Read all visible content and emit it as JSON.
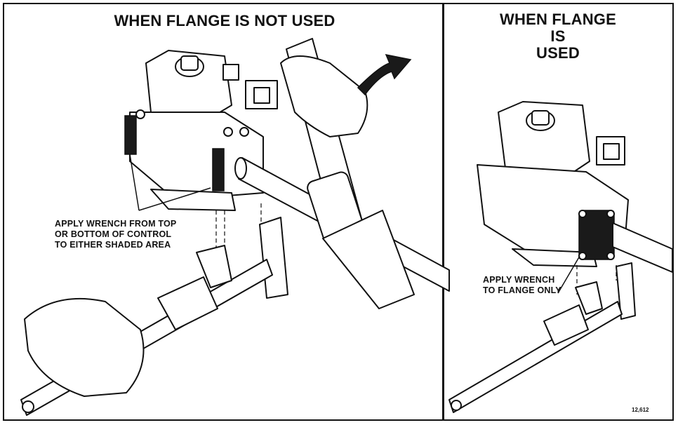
{
  "left_panel": {
    "title": "WHEN FLANGE IS NOT USED",
    "callout_lines": [
      "APPLY WRENCH FROM TOP",
      "OR BOTTOM OF CONTROL",
      "TO EITHER SHADED AREA"
    ]
  },
  "right_panel": {
    "title_lines": [
      "WHEN FLANGE",
      "IS",
      "USED"
    ],
    "callout_lines": [
      "APPLY WRENCH",
      "TO FLANGE ONLY"
    ]
  },
  "figure_number": "12,612",
  "colors": {
    "ink": "#111111",
    "paper": "#ffffff",
    "shade": "#1a1a1a"
  }
}
